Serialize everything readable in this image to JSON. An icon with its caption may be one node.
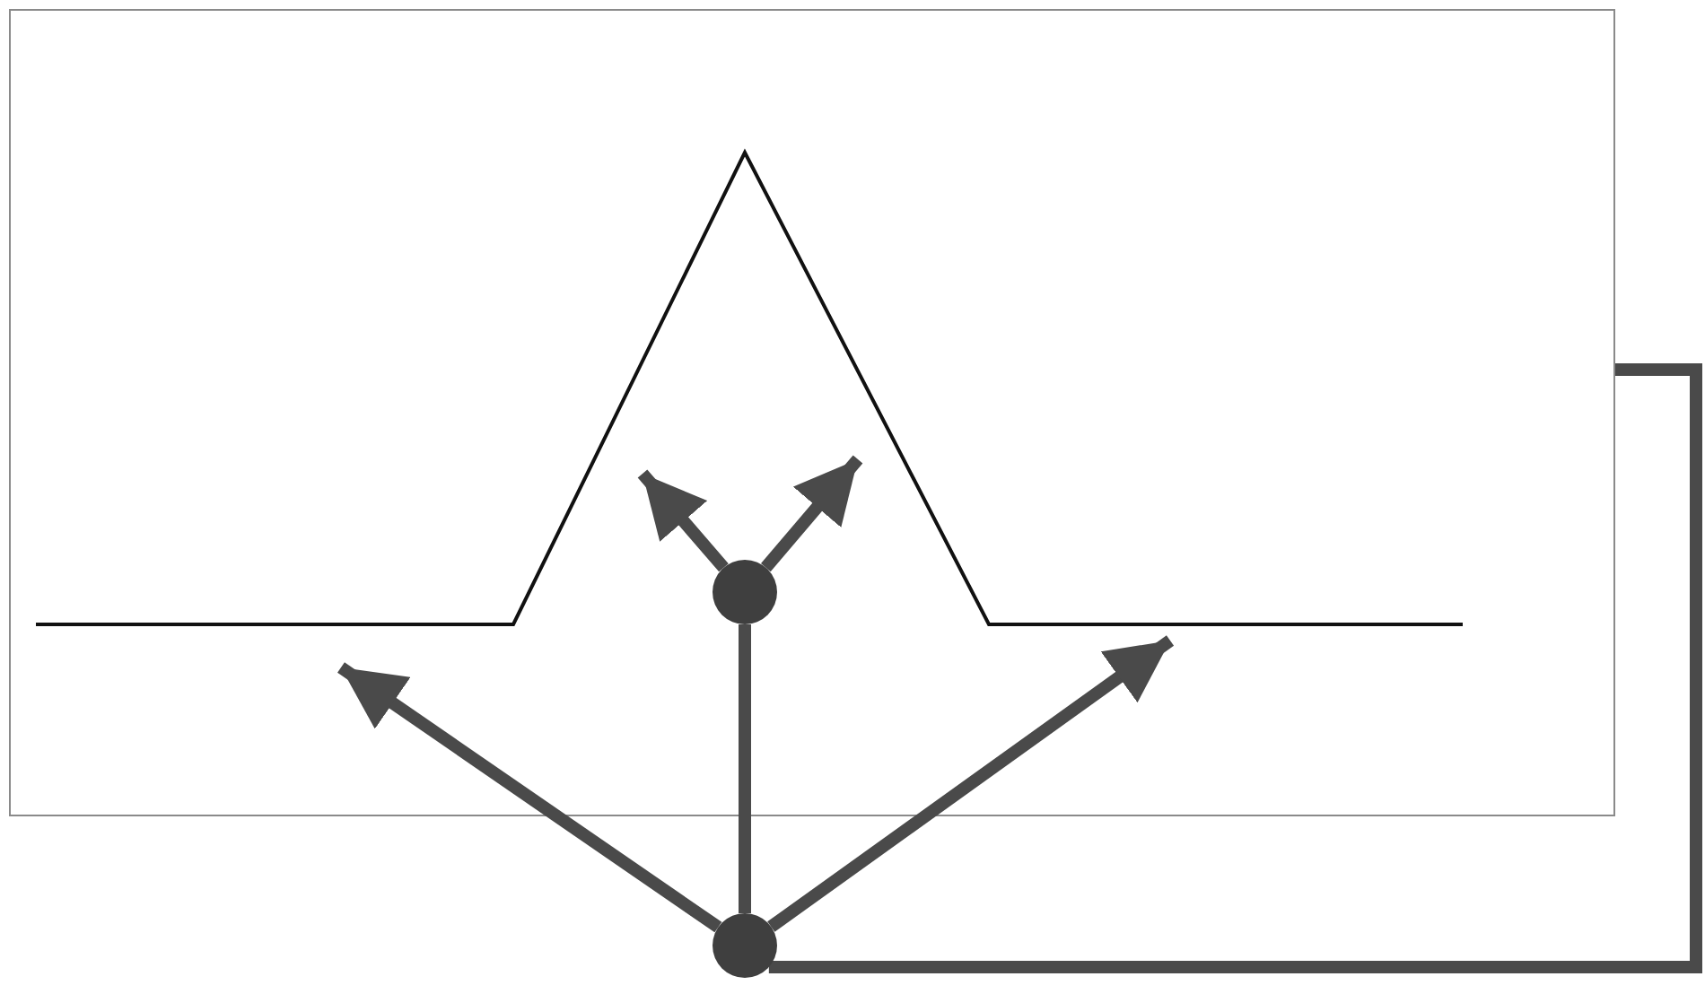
{
  "diagram": {
    "nodes": [
      {
        "text": [],
        "shape": "box"
      },
      {
        "text": [],
        "shape": "circle",
        "in": 0
      },
      {
        "text": [],
        "shape": "circle"
      }
    ],
    "edges": [
      {
        "from": 0,
        "to": 2,
        "arrow": "none"
      },
      {
        "from": 2,
        "to": 1,
        "arrow": "none"
      },
      {
        "from": 2,
        "to": null,
        "arrow": "to"
      },
      {
        "from": 2,
        "to": null,
        "arrow": "to"
      },
      {
        "from": 1,
        "to": null,
        "arrow": "to"
      },
      {
        "from": 1,
        "to": null,
        "arrow": "to"
      }
    ]
  }
}
